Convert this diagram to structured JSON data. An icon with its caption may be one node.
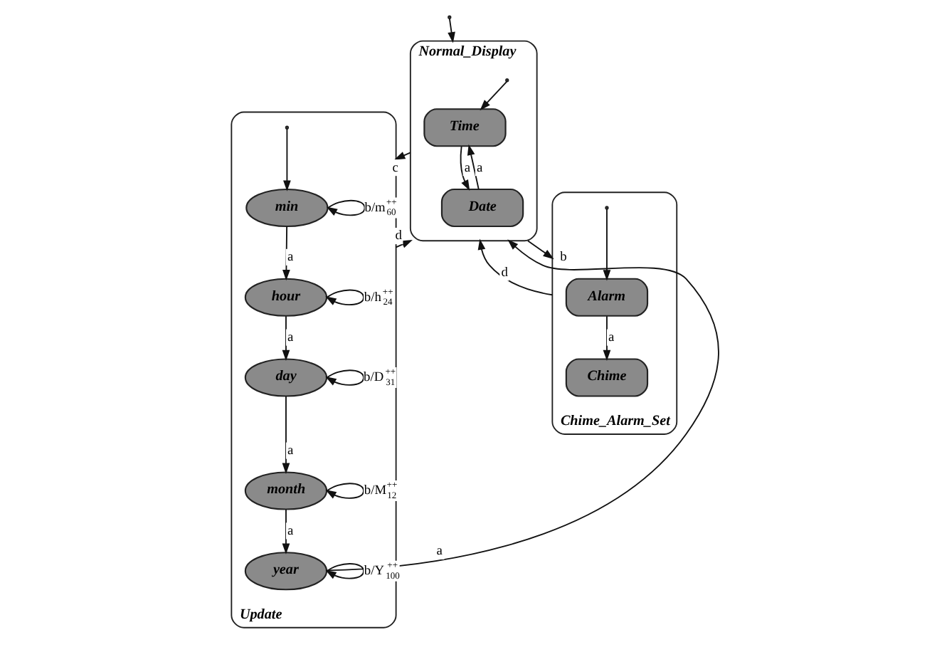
{
  "diagram": {
    "nodes": [
      {
        "text": [
          "Normal_Display"
        ]
      },
      {
        "text": [
          "Time"
        ],
        "in": 0
      },
      {
        "text": [
          "Date"
        ],
        "in": 0
      },
      {
        "text": [
          "Chime_Alarm_Set"
        ]
      },
      {
        "text": [
          "Alarm"
        ],
        "in": 3
      },
      {
        "text": [
          "Chime"
        ],
        "in": 3
      },
      {
        "text": [
          "Update"
        ]
      },
      {
        "text": [
          "min"
        ],
        "in": 6
      },
      {
        "text": [
          "hour"
        ],
        "in": 6
      },
      {
        "text": [
          "day"
        ],
        "in": 6
      },
      {
        "text": [
          "month"
        ],
        "in": 6
      },
      {
        "text": [
          "year"
        ],
        "in": 6
      }
    ],
    "edges": [
      {
        "from": null,
        "to": 0,
        "arrow": "to"
      },
      {
        "from": null,
        "to": 1,
        "arrow": "to"
      },
      {
        "from": 1,
        "to": 2,
        "label": "a",
        "arrow": "to"
      },
      {
        "from": 2,
        "to": 1,
        "label": "a",
        "arrow": "to"
      },
      {
        "from": 0,
        "to": 3,
        "label": "b",
        "arrow": "to"
      },
      {
        "from": 3,
        "to": 0,
        "label": "d",
        "arrow": "to"
      },
      {
        "from": null,
        "to": 4,
        "arrow": "to"
      },
      {
        "from": 4,
        "to": 5,
        "label": "a",
        "arrow": "to"
      },
      {
        "from": 0,
        "to": 6,
        "label": "c",
        "arrow": "to"
      },
      {
        "from": 6,
        "to": 0,
        "label": "d",
        "arrow": "to"
      },
      {
        "from": null,
        "to": 7,
        "arrow": "to"
      },
      {
        "from": 7,
        "to": 7,
        "label": "b/m$^{++}$$_{60}$",
        "arrow": "to"
      },
      {
        "from": 7,
        "to": 8,
        "label": "a",
        "arrow": "to"
      },
      {
        "from": 8,
        "to": 8,
        "label": "b/h$^{++}$$_{24}$",
        "arrow": "to"
      },
      {
        "from": 8,
        "to": 9,
        "label": "a",
        "arrow": "to"
      },
      {
        "from": 9,
        "to": 9,
        "label": "b/D$^{++}$$_{31}$",
        "arrow": "to"
      },
      {
        "from": 9,
        "to": 10,
        "label": "a",
        "arrow": "to"
      },
      {
        "from": 10,
        "to": 10,
        "label": "b/M$^{++}$$_{12}$",
        "arrow": "to"
      },
      {
        "from": 10,
        "to": 11,
        "label": "a",
        "arrow": "to"
      },
      {
        "from": 11,
        "to": 11,
        "label": "b/Y$^{++}$$_{100}$",
        "arrow": "to"
      },
      {
        "from": 11,
        "to": 0,
        "label": "a",
        "arrow": "to"
      }
    ]
  }
}
